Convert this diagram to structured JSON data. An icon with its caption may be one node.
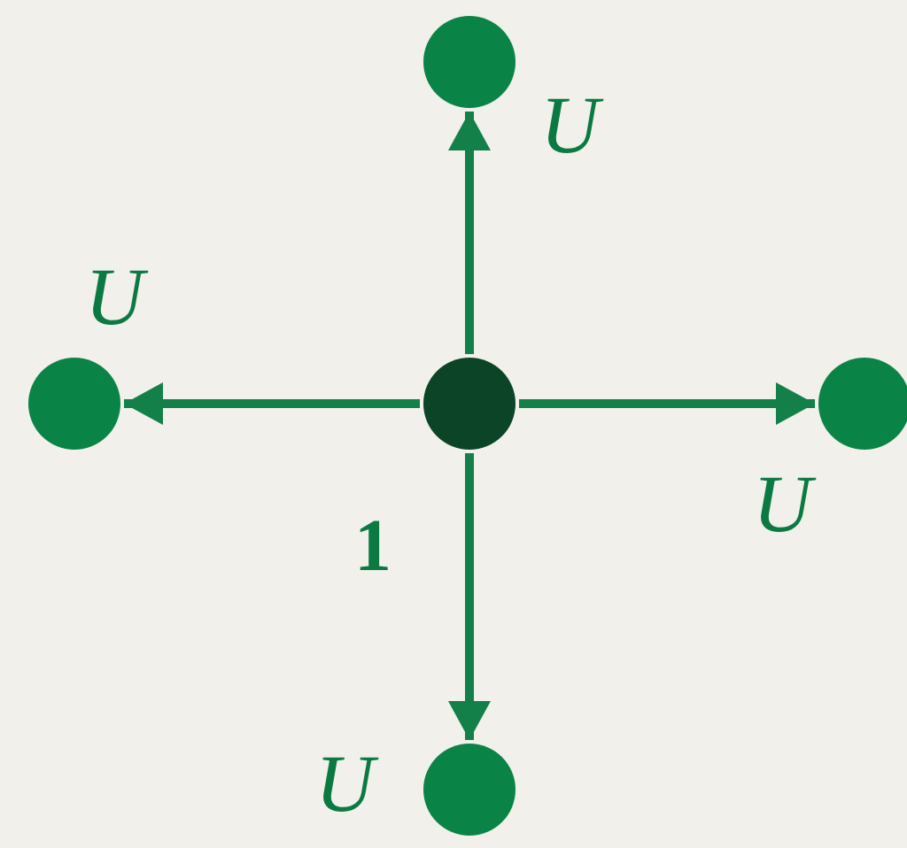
{
  "diagram": {
    "nodes": [
      {
        "text": [],
        "shape": "circle",
        "beside": [
          "U"
        ]
      },
      {
        "text": [],
        "shape": "circle",
        "beside": [
          "U"
        ]
      },
      {
        "text": [],
        "shape": "circle",
        "beside": [
          "1"
        ]
      },
      {
        "text": [],
        "shape": "circle",
        "beside": [
          "U"
        ]
      },
      {
        "text": [],
        "shape": "circle",
        "beside": [
          "U"
        ]
      }
    ],
    "edges": [
      {
        "from": 2,
        "to": 0,
        "arrow": "to"
      },
      {
        "from": 2,
        "to": 1,
        "arrow": "to"
      },
      {
        "from": 2,
        "to": 3,
        "arrow": "to"
      },
      {
        "from": 2,
        "to": 4,
        "arrow": "to"
      }
    ]
  }
}
